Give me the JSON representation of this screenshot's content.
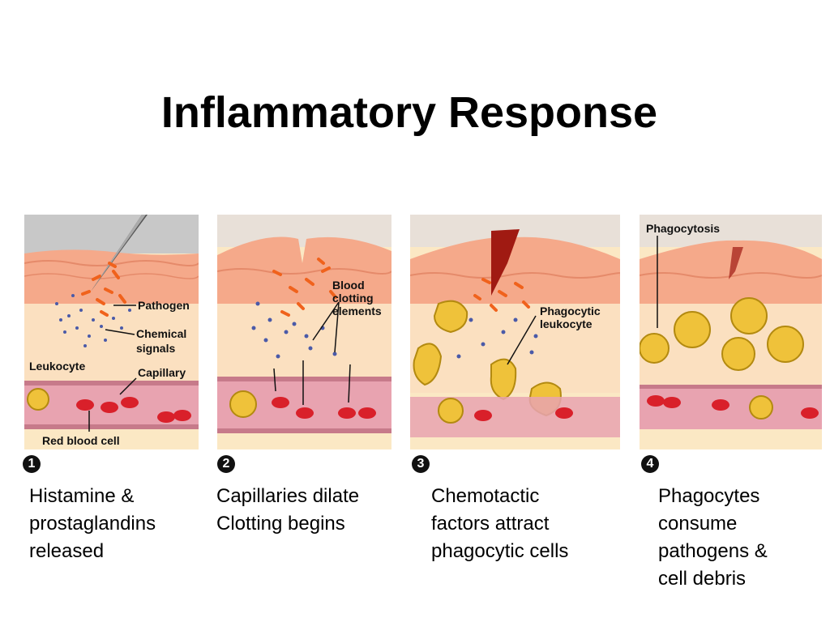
{
  "title": "Inflammatory Response",
  "panels": [
    {
      "step": "1",
      "caption": "Histamine &\nprostaglandins\nreleased",
      "labels": {
        "pathogen": "Pathogen",
        "chemical1": "Chemical",
        "chemical2": "signals",
        "leukocyte": "Leukocyte",
        "capillary": "Capillary",
        "rbc": "Red blood cell"
      }
    },
    {
      "step": "2",
      "caption": "Capillaries dilate\nClotting begins",
      "labels": {
        "blood": "Blood",
        "clotting": "clotting",
        "elements": "elements"
      }
    },
    {
      "step": "3",
      "caption": "Chemotactic\nfactors attract\nphagocytic cells",
      "labels": {
        "phagocytic": "Phagocytic",
        "leukocyte": "leukocyte"
      }
    },
    {
      "step": "4",
      "caption": "Phagocytes\nconsume\npathogens &\ncell debris",
      "labels": {
        "phagocytosis": "Phagocytosis"
      }
    }
  ],
  "colors": {
    "tissue": "#f5c4a6",
    "vessel": "#e8a3b0",
    "rbc": "#d9202a",
    "phagocyte": "#efc23a",
    "pathogen": "#f0621c",
    "signal": "#4a5aa8",
    "plasma": "#fbe8c4"
  }
}
